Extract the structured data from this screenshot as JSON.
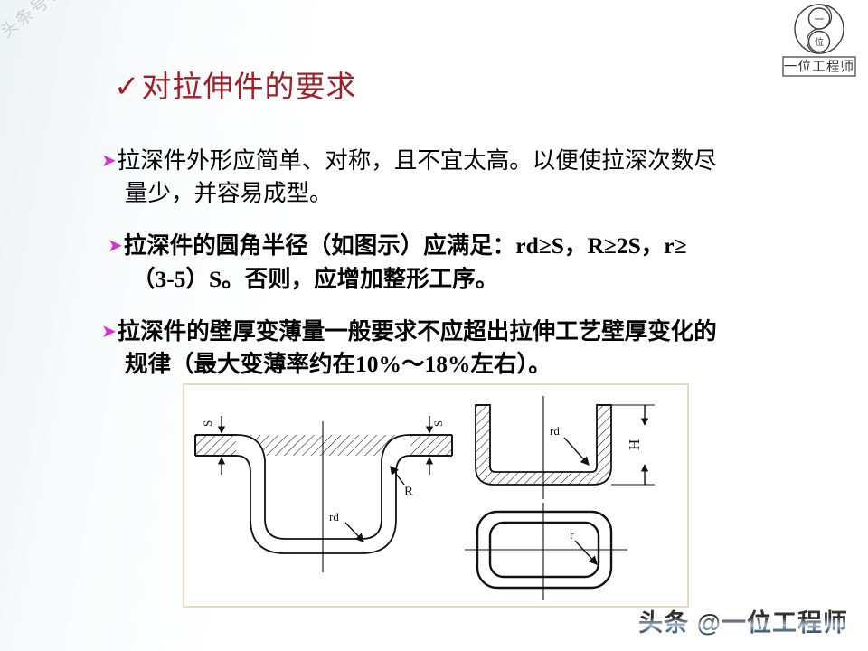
{
  "slide": {
    "background_left_tint": "#eef3f5",
    "title": {
      "check_glyph": "✓",
      "text": "对拉伸件的要求",
      "color": "#9e1f26"
    },
    "bullet_marker": "➤",
    "bullet_color": "#d42fd4",
    "bullets": [
      {
        "id": "shape-requirement",
        "text": "拉深件外形应简单、对称，且不宜太高。以便使拉深次数尽量少，并容易成型。"
      },
      {
        "id": "radius-requirement",
        "text": "拉深件的圆角半径（如图示）应满足：rd≥S，R≥2S，r≥（3-5）S。否则，应增加整形工序。"
      },
      {
        "id": "thinning-requirement",
        "text": "拉深件的壁厚变薄量一般要求不应超出拉伸工艺壁厚变化的规律（最大变薄率约在10%～18%左右）。"
      }
    ]
  },
  "logo": {
    "inner_top_char": "一",
    "inner_bottom_char": "位",
    "caption": "一位工程师"
  },
  "watermarks": {
    "corner": "头条号：一位工程师",
    "bottom": "头条 @一位工程师"
  },
  "drawing": {
    "caption_border_color": "#e8d9c0",
    "labels": {
      "thickness_left": "S",
      "thickness_right": "S",
      "outer_radius": "R",
      "bottom_radius_section": "rd",
      "bottom_radius_cup": "rd",
      "height": "H",
      "plan_corner_radius": "r"
    }
  }
}
